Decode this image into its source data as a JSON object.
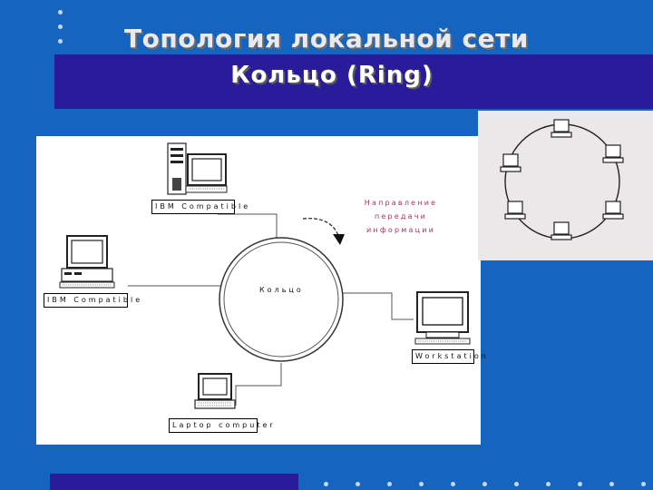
{
  "slide": {
    "title": "Топология локальной сети",
    "subtitle": "Кольцо (Ring)"
  },
  "diagram": {
    "ring_label": "Кольцо",
    "direction_label_line1": "Направление передачи",
    "direction_label_line2": "информации",
    "nodes": [
      {
        "id": "tower",
        "label": "IBM Compatible"
      },
      {
        "id": "desktop",
        "label": "IBM Compatible"
      },
      {
        "id": "workstation",
        "label": "Workstation"
      },
      {
        "id": "laptop",
        "label": "Laptop computer"
      }
    ]
  },
  "colors": {
    "background": "#1565c0",
    "band": "#2a1b9a",
    "dots": "#c9d6f5",
    "direction_text": "#b03060"
  }
}
